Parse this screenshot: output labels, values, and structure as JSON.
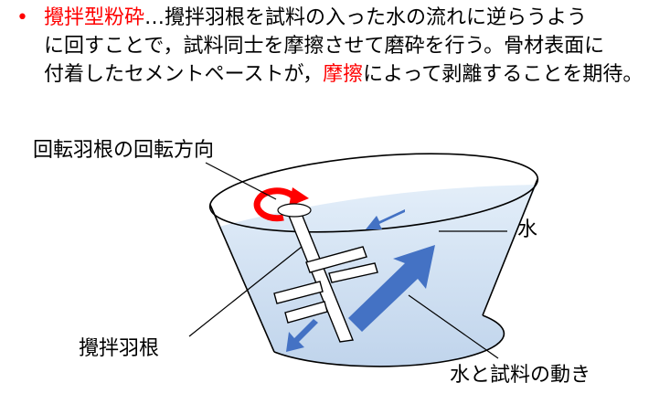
{
  "bullet": {
    "marker": "•",
    "term": "攪拌型粉砕",
    "line1_rest": "…攪拌羽根を試料の入った水の流れに逆らうよう",
    "line2": "に回すことで，試料同士を摩擦させて磨砕を行う。骨材表面に",
    "line3_pre": "付着したセメントペーストが，",
    "line3_highlight": "摩擦",
    "line3_post": "によって剥離することを期待。"
  },
  "labels": {
    "rotation_direction": "回転羽根の回転方向",
    "water": "水",
    "impeller": "攪拌羽根",
    "water_sample_motion": "水と試料の動き"
  },
  "colors": {
    "accent_red": "#ff0000",
    "arrow_blue": "#4472c4",
    "water_light": "#dbe8f6",
    "water_dark": "#b8cfe9"
  }
}
